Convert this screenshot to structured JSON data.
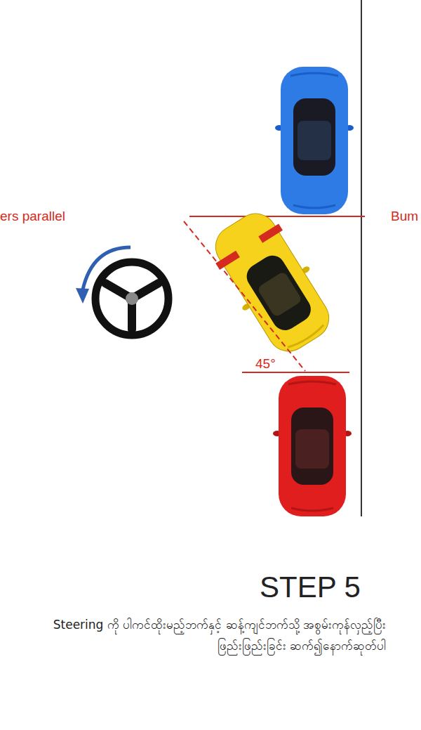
{
  "diagram": {
    "title": "STEP 5",
    "caption": "Steering ကို ပါကင်ထိုးမည့်ဘက်နှင့် ဆန့်ကျင်ဘက်သို့ အစွမ်းကုန်လှည့်ပြီး ဖြည်းဖြည်းခြင်း ဆက်၍နောက်ဆုတ်ပါ",
    "labels": [
      "ers parallel",
      "Bum",
      "45°"
    ]
  }
}
